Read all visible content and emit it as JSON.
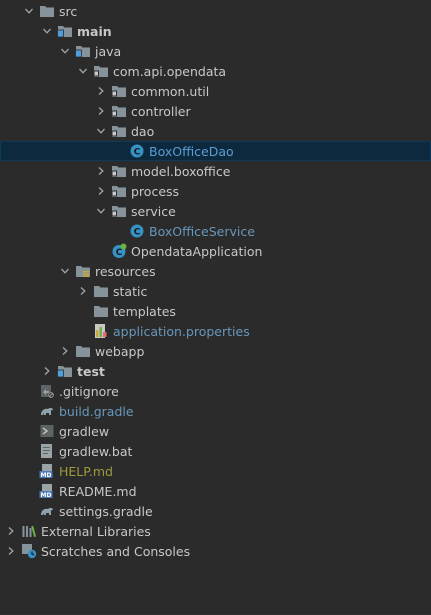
{
  "tree": {
    "items": [
      {
        "label": "src",
        "depth": 1,
        "arrow": "down",
        "icon": "folder-icon"
      },
      {
        "label": "main",
        "depth": 2,
        "arrow": "down",
        "icon": "source-folder-icon",
        "bold": true
      },
      {
        "label": "java",
        "depth": 3,
        "arrow": "down",
        "icon": "java-source-folder-icon"
      },
      {
        "label": "com.api.opendata",
        "depth": 4,
        "arrow": "down",
        "icon": "package-icon"
      },
      {
        "label": "common.util",
        "depth": 5,
        "arrow": "right",
        "icon": "package-icon"
      },
      {
        "label": "controller",
        "depth": 5,
        "arrow": "right",
        "icon": "package-icon"
      },
      {
        "label": "dao",
        "depth": 5,
        "arrow": "down",
        "icon": "package-icon"
      },
      {
        "label": "BoxOfficeDao",
        "depth": 6,
        "arrow": "none",
        "icon": "class-icon",
        "selected": true,
        "color": "#5b9dd4"
      },
      {
        "label": "model.boxoffice",
        "depth": 5,
        "arrow": "right",
        "icon": "package-icon"
      },
      {
        "label": "process",
        "depth": 5,
        "arrow": "right",
        "icon": "package-icon"
      },
      {
        "label": "service",
        "depth": 5,
        "arrow": "down",
        "icon": "package-icon"
      },
      {
        "label": "BoxOfficeService",
        "depth": 6,
        "arrow": "none",
        "icon": "class-icon",
        "color": "#6897bb"
      },
      {
        "label": "OpendataApplication",
        "depth": 5,
        "arrow": "none",
        "icon": "spring-boot-class-icon"
      },
      {
        "label": "resources",
        "depth": 3,
        "arrow": "down",
        "icon": "resources-folder-icon"
      },
      {
        "label": "static",
        "depth": 4,
        "arrow": "right",
        "icon": "folder-icon"
      },
      {
        "label": "templates",
        "depth": 4,
        "arrow": "none",
        "icon": "folder-icon"
      },
      {
        "label": "application.properties",
        "depth": 4,
        "arrow": "none",
        "icon": "properties-file-icon",
        "color": "#6897bb"
      },
      {
        "label": "webapp",
        "depth": 3,
        "arrow": "right",
        "icon": "folder-icon"
      },
      {
        "label": "test",
        "depth": 2,
        "arrow": "right",
        "icon": "source-folder-icon",
        "bold": true
      },
      {
        "label": ".gitignore",
        "depth": 1,
        "arrow": "none",
        "icon": "gitignore-file-icon"
      },
      {
        "label": "build.gradle",
        "depth": 1,
        "arrow": "none",
        "icon": "gradle-icon",
        "color": "#6897bb"
      },
      {
        "label": "gradlew",
        "depth": 1,
        "arrow": "none",
        "icon": "shell-script-icon"
      },
      {
        "label": "gradlew.bat",
        "depth": 1,
        "arrow": "none",
        "icon": "text-file-icon"
      },
      {
        "label": "HELP.md",
        "depth": 1,
        "arrow": "none",
        "icon": "markdown-file-icon",
        "color": "#9e9a3e"
      },
      {
        "label": "README.md",
        "depth": 1,
        "arrow": "none",
        "icon": "markdown-file-icon"
      },
      {
        "label": "settings.gradle",
        "depth": 1,
        "arrow": "none",
        "icon": "gradle-icon"
      },
      {
        "label": "External Libraries",
        "depth": 0,
        "arrow": "right",
        "icon": "libraries-icon"
      },
      {
        "label": "Scratches and Consoles",
        "depth": 0,
        "arrow": "right",
        "icon": "scratches-icon"
      }
    ]
  },
  "colors": {
    "background": "#2b2b2b",
    "text": "#c8c8c8",
    "selected_row": "#0d293e",
    "folder": "#87939a",
    "source_folder_accent": "#4e9fdc",
    "class_badge": "#3592c4",
    "resources_accent": "#c9a93b",
    "spring_green": "#6db33f"
  }
}
